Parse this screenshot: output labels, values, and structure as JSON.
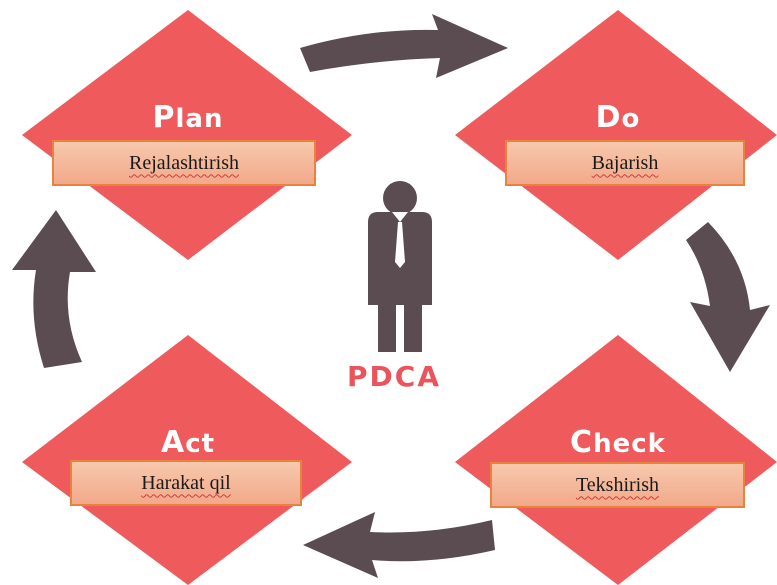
{
  "colors": {
    "diamond": "#ef5a5c",
    "arrow": "#5a4c50",
    "person": "#5a4c50",
    "label_fill": "#f5b899",
    "label_border": "#e8833f",
    "center_text": "#e8555c"
  },
  "center": {
    "icon": "businessman-icon",
    "label": "PDCA"
  },
  "stages": {
    "plan": {
      "title_cap": "P",
      "title_rest": "lan",
      "label": "Rejalashtirish"
    },
    "do": {
      "title_cap": "D",
      "title_rest": "o",
      "label": "Bajarish"
    },
    "check": {
      "title_cap": "C",
      "title_rest": "heck",
      "label": "Tekshirish"
    },
    "act": {
      "title_cap": "A",
      "title_rest": "ct",
      "label": "Harakat qil"
    }
  },
  "arrows": [
    "plan-to-do",
    "do-to-check",
    "check-to-act",
    "act-to-plan"
  ]
}
